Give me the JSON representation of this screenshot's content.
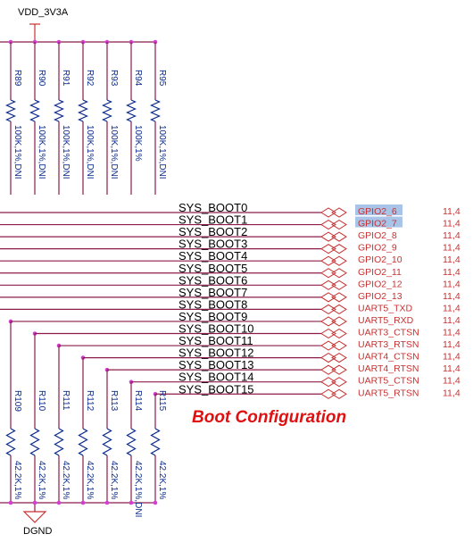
{
  "power": {
    "label": "VDD_3V3A"
  },
  "ground": {
    "label": "DGND"
  },
  "title": "Boot Configuration",
  "colors": {
    "wire": "#8b1c4a",
    "resistor": "#0a2a8c",
    "ref": "#0a2a8c",
    "netlabel": "#000000",
    "offpage": "#c83232",
    "title": "#e01010",
    "highlight": "#a8c4e8"
  },
  "pullups": [
    {
      "ref": "R89",
      "value": "100K,1%,DNI"
    },
    {
      "ref": "R90",
      "value": "100K,1%,DNI"
    },
    {
      "ref": "R91",
      "value": "100K,1%,DNI"
    },
    {
      "ref": "R92",
      "value": "100K,1%,DNI"
    },
    {
      "ref": "R93",
      "value": "100K,1%,DNI"
    },
    {
      "ref": "R94",
      "value": "100K,1%"
    },
    {
      "ref": "R95",
      "value": "100K,1%,DNI"
    }
  ],
  "pulldowns": [
    {
      "ref": "R109",
      "value": "42.2K,1%"
    },
    {
      "ref": "R110",
      "value": "42.2K,1%"
    },
    {
      "ref": "R111",
      "value": "42.2K,1%"
    },
    {
      "ref": "R112",
      "value": "42.2K,1%"
    },
    {
      "ref": "R113",
      "value": "42.2K,1%"
    },
    {
      "ref": "R114",
      "value": "42.2K,1%,DNI"
    },
    {
      "ref": "R115",
      "value": "42.2K,1%"
    }
  ],
  "nets": [
    {
      "net": "SYS_BOOT0",
      "signal": "GPIO2_6",
      "page": "11,4",
      "selected": true
    },
    {
      "net": "SYS_BOOT1",
      "signal": "GPIO2_7",
      "page": "11,4",
      "selected": true
    },
    {
      "net": "SYS_BOOT2",
      "signal": "GPIO2_8",
      "page": "11,4"
    },
    {
      "net": "SYS_BOOT3",
      "signal": "GPIO2_9",
      "page": "11,4"
    },
    {
      "net": "SYS_BOOT4",
      "signal": "GPIO2_10",
      "page": "11,4"
    },
    {
      "net": "SYS_BOOT5",
      "signal": "GPIO2_11",
      "page": "11,4"
    },
    {
      "net": "SYS_BOOT6",
      "signal": "GPIO2_12",
      "page": "11,4"
    },
    {
      "net": "SYS_BOOT7",
      "signal": "GPIO2_13",
      "page": "11,4"
    },
    {
      "net": "SYS_BOOT8",
      "signal": "UART5_TXD",
      "page": "11,4"
    },
    {
      "net": "SYS_BOOT9",
      "signal": "UART5_RXD",
      "page": "11,4"
    },
    {
      "net": "SYS_BOOT10",
      "signal": "UART3_CTSN",
      "page": "11,4"
    },
    {
      "net": "SYS_BOOT11",
      "signal": "UART3_RTSN",
      "page": "11,4"
    },
    {
      "net": "SYS_BOOT12",
      "signal": "UART4_CTSN",
      "page": "11,4"
    },
    {
      "net": "SYS_BOOT13",
      "signal": "UART4_RTSN",
      "page": "11,4"
    },
    {
      "net": "SYS_BOOT14",
      "signal": "UART5_CTSN",
      "page": "11,4"
    },
    {
      "net": "SYS_BOOT15",
      "signal": "UART5_RTSN",
      "page": "11,4"
    }
  ]
}
